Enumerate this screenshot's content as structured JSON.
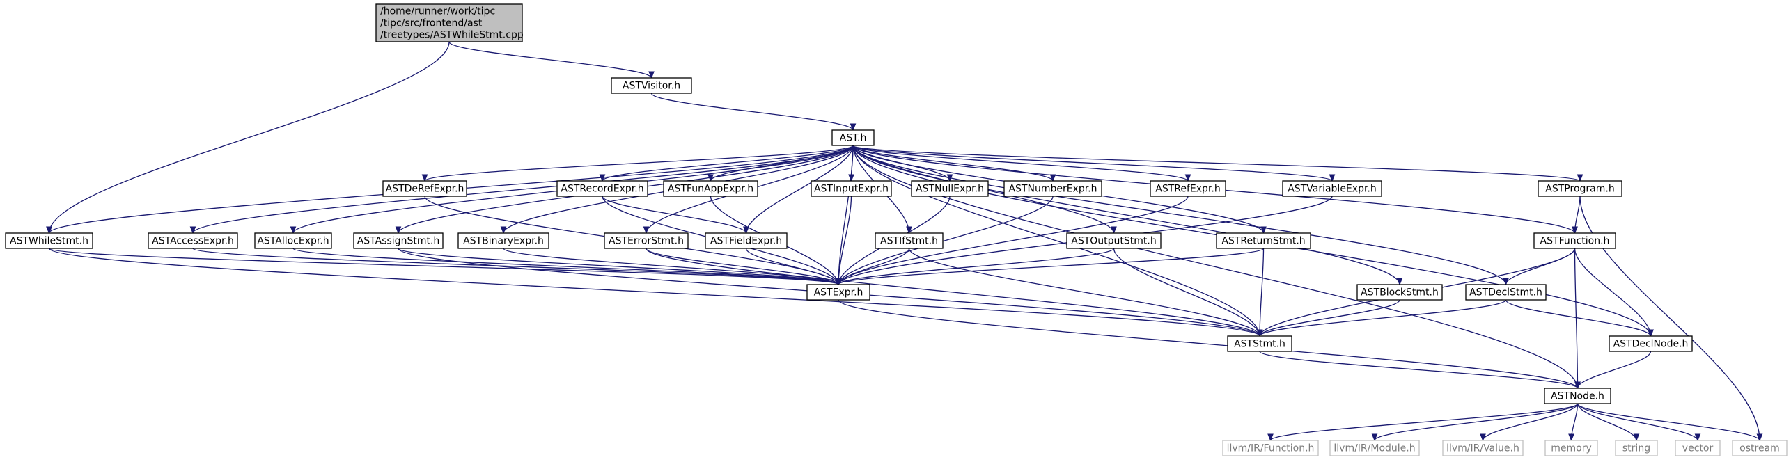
{
  "diagram": {
    "title": "",
    "colors": {
      "edge": "#191970",
      "node_border": "#000000",
      "root_fill": "#bfbfbf",
      "external_border": "#bfbfbf",
      "external_text": "#7a7a7a"
    },
    "nodes": [
      {
        "id": "root",
        "lines": [
          "/home/runner/work/tipc",
          "/tipc/src/frontend/ast",
          "/treetypes/ASTWhileStmt.cpp"
        ],
        "kind": "root"
      },
      {
        "id": "visitor",
        "lines": [
          "ASTVisitor.h"
        ],
        "kind": "file"
      },
      {
        "id": "ast",
        "lines": [
          "AST.h"
        ],
        "kind": "file"
      },
      {
        "id": "while",
        "lines": [
          "ASTWhileStmt.h"
        ],
        "kind": "file"
      },
      {
        "id": "access",
        "lines": [
          "ASTAccessExpr.h"
        ],
        "kind": "file"
      },
      {
        "id": "alloc",
        "lines": [
          "ASTAllocExpr.h"
        ],
        "kind": "file"
      },
      {
        "id": "assign",
        "lines": [
          "ASTAssignStmt.h"
        ],
        "kind": "file"
      },
      {
        "id": "deref",
        "lines": [
          "ASTDeRefExpr.h"
        ],
        "kind": "file"
      },
      {
        "id": "binary",
        "lines": [
          "ASTBinaryExpr.h"
        ],
        "kind": "file"
      },
      {
        "id": "record",
        "lines": [
          "ASTRecordExpr.h"
        ],
        "kind": "file"
      },
      {
        "id": "error",
        "lines": [
          "ASTErrorStmt.h"
        ],
        "kind": "file"
      },
      {
        "id": "funapp",
        "lines": [
          "ASTFunAppExpr.h"
        ],
        "kind": "file"
      },
      {
        "id": "field",
        "lines": [
          "ASTFieldExpr.h"
        ],
        "kind": "file"
      },
      {
        "id": "input",
        "lines": [
          "ASTInputExpr.h"
        ],
        "kind": "file"
      },
      {
        "id": "if",
        "lines": [
          "ASTIfStmt.h"
        ],
        "kind": "file"
      },
      {
        "id": "null",
        "lines": [
          "ASTNullExpr.h"
        ],
        "kind": "file"
      },
      {
        "id": "number",
        "lines": [
          "ASTNumberExpr.h"
        ],
        "kind": "file"
      },
      {
        "id": "output",
        "lines": [
          "ASTOutputStmt.h"
        ],
        "kind": "file"
      },
      {
        "id": "ref",
        "lines": [
          "ASTRefExpr.h"
        ],
        "kind": "file"
      },
      {
        "id": "return",
        "lines": [
          "ASTReturnStmt.h"
        ],
        "kind": "file"
      },
      {
        "id": "variable",
        "lines": [
          "ASTVariableExpr.h"
        ],
        "kind": "file"
      },
      {
        "id": "program",
        "lines": [
          "ASTProgram.h"
        ],
        "kind": "file"
      },
      {
        "id": "function",
        "lines": [
          "ASTFunction.h"
        ],
        "kind": "file"
      },
      {
        "id": "expr",
        "lines": [
          "ASTExpr.h"
        ],
        "kind": "file"
      },
      {
        "id": "block",
        "lines": [
          "ASTBlockStmt.h"
        ],
        "kind": "file"
      },
      {
        "id": "declstmt",
        "lines": [
          "ASTDeclStmt.h"
        ],
        "kind": "file"
      },
      {
        "id": "stmt",
        "lines": [
          "ASTStmt.h"
        ],
        "kind": "file"
      },
      {
        "id": "declnode",
        "lines": [
          "ASTDeclNode.h"
        ],
        "kind": "file"
      },
      {
        "id": "node",
        "lines": [
          "ASTNode.h"
        ],
        "kind": "file"
      },
      {
        "id": "llvmfunc",
        "lines": [
          "llvm/IR/Function.h"
        ],
        "kind": "external"
      },
      {
        "id": "llvmmod",
        "lines": [
          "llvm/IR/Module.h"
        ],
        "kind": "external"
      },
      {
        "id": "llvmval",
        "lines": [
          "llvm/IR/Value.h"
        ],
        "kind": "external"
      },
      {
        "id": "memory",
        "lines": [
          "memory"
        ],
        "kind": "external"
      },
      {
        "id": "string",
        "lines": [
          "string"
        ],
        "kind": "external"
      },
      {
        "id": "vector",
        "lines": [
          "vector"
        ],
        "kind": "external"
      },
      {
        "id": "ostream",
        "lines": [
          "ostream"
        ],
        "kind": "external"
      }
    ],
    "edges": [
      [
        "root",
        "visitor"
      ],
      [
        "root",
        "while"
      ],
      [
        "visitor",
        "ast"
      ],
      [
        "ast",
        "while"
      ],
      [
        "ast",
        "access"
      ],
      [
        "ast",
        "alloc"
      ],
      [
        "ast",
        "assign"
      ],
      [
        "ast",
        "deref"
      ],
      [
        "ast",
        "binary"
      ],
      [
        "ast",
        "record"
      ],
      [
        "ast",
        "error"
      ],
      [
        "ast",
        "funapp"
      ],
      [
        "ast",
        "field"
      ],
      [
        "ast",
        "input"
      ],
      [
        "ast",
        "if"
      ],
      [
        "ast",
        "null"
      ],
      [
        "ast",
        "number"
      ],
      [
        "ast",
        "output"
      ],
      [
        "ast",
        "ref"
      ],
      [
        "ast",
        "return"
      ],
      [
        "ast",
        "variable"
      ],
      [
        "ast",
        "program"
      ],
      [
        "ast",
        "function"
      ],
      [
        "ast",
        "expr"
      ],
      [
        "ast",
        "block"
      ],
      [
        "ast",
        "declstmt"
      ],
      [
        "ast",
        "stmt"
      ],
      [
        "ast",
        "declnode"
      ],
      [
        "ast",
        "node"
      ],
      [
        "while",
        "expr"
      ],
      [
        "while",
        "stmt"
      ],
      [
        "access",
        "expr"
      ],
      [
        "alloc",
        "expr"
      ],
      [
        "assign",
        "expr"
      ],
      [
        "assign",
        "stmt"
      ],
      [
        "deref",
        "expr"
      ],
      [
        "binary",
        "expr"
      ],
      [
        "record",
        "expr"
      ],
      [
        "record",
        "field"
      ],
      [
        "error",
        "expr"
      ],
      [
        "error",
        "stmt"
      ],
      [
        "funapp",
        "expr"
      ],
      [
        "field",
        "expr"
      ],
      [
        "input",
        "expr"
      ],
      [
        "if",
        "expr"
      ],
      [
        "if",
        "stmt"
      ],
      [
        "null",
        "expr"
      ],
      [
        "number",
        "expr"
      ],
      [
        "output",
        "expr"
      ],
      [
        "output",
        "stmt"
      ],
      [
        "ref",
        "expr"
      ],
      [
        "return",
        "expr"
      ],
      [
        "return",
        "stmt"
      ],
      [
        "variable",
        "expr"
      ],
      [
        "program",
        "function"
      ],
      [
        "program",
        "ostream"
      ],
      [
        "function",
        "declstmt"
      ],
      [
        "function",
        "stmt"
      ],
      [
        "function",
        "declnode"
      ],
      [
        "function",
        "node"
      ],
      [
        "block",
        "stmt"
      ],
      [
        "declstmt",
        "stmt"
      ],
      [
        "declstmt",
        "declnode"
      ],
      [
        "expr",
        "node"
      ],
      [
        "stmt",
        "node"
      ],
      [
        "declnode",
        "node"
      ],
      [
        "node",
        "llvmfunc"
      ],
      [
        "node",
        "llvmmod"
      ],
      [
        "node",
        "llvmval"
      ],
      [
        "node",
        "memory"
      ],
      [
        "node",
        "string"
      ],
      [
        "node",
        "vector"
      ],
      [
        "node",
        "ostream"
      ]
    ]
  }
}
